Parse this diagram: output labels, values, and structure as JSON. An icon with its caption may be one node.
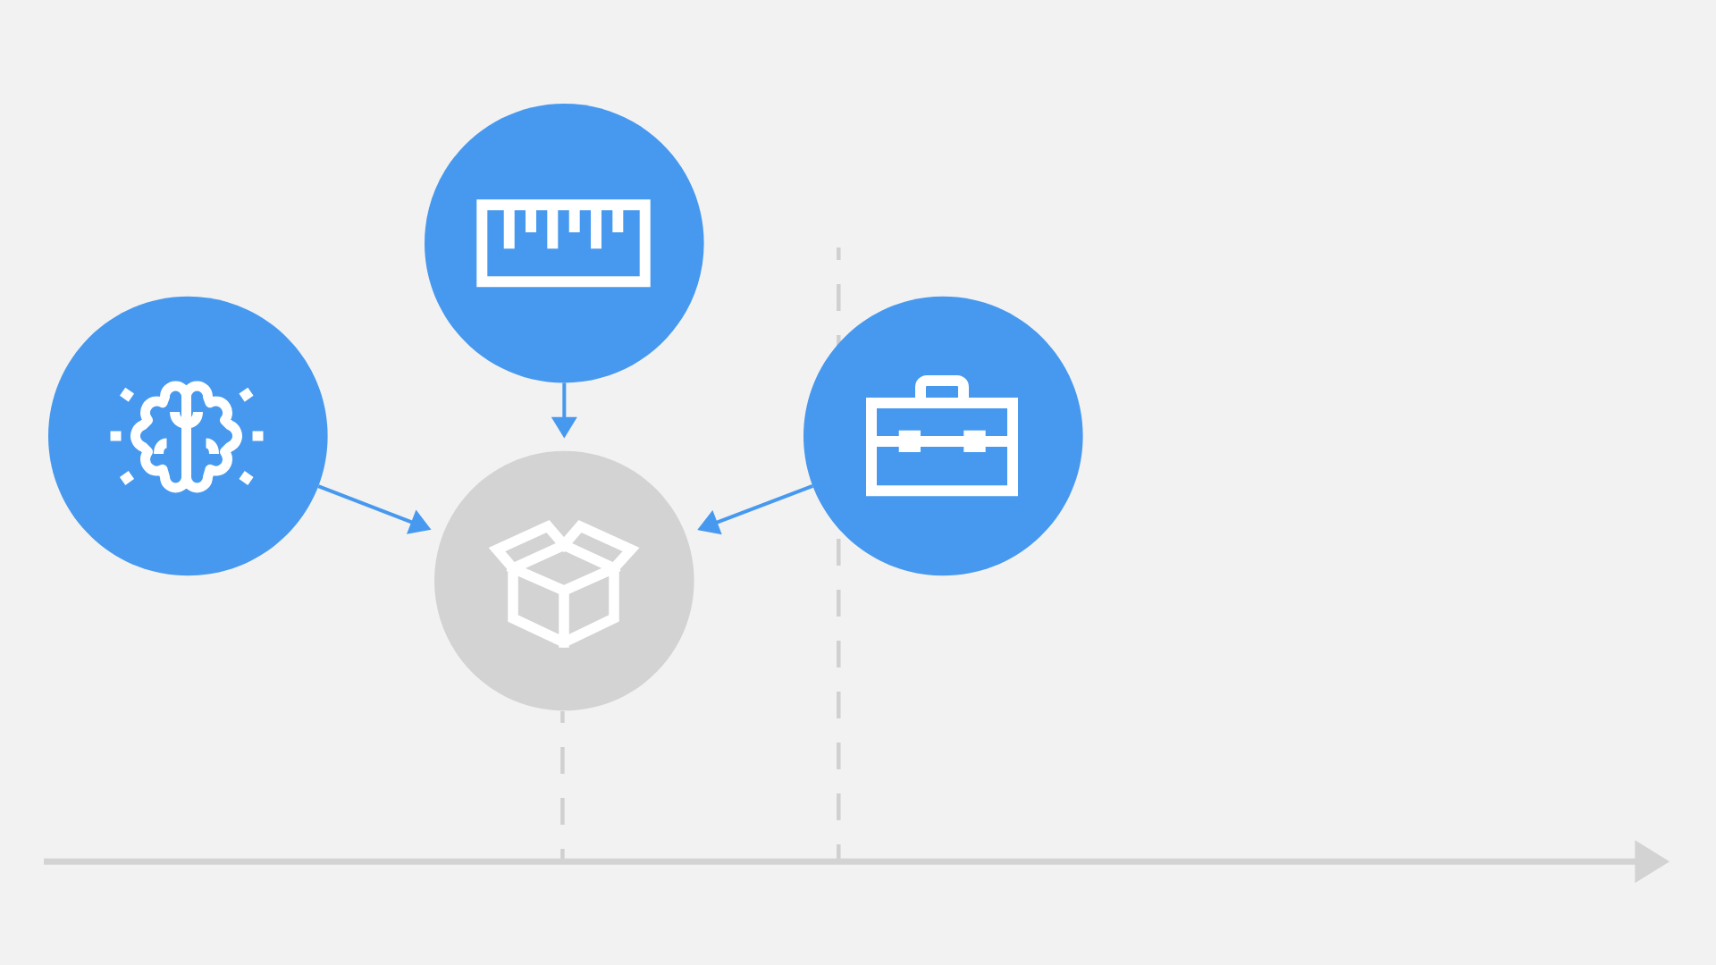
{
  "diagram": {
    "nodes": [
      {
        "text": [],
        "shape": "circle"
      },
      {
        "text": [],
        "shape": "circle"
      },
      {
        "text": [],
        "shape": "circle"
      },
      {
        "text": [],
        "shape": "circle"
      }
    ],
    "edges": [
      {
        "from": 0,
        "to": 3,
        "arrow": "to"
      },
      {
        "from": 1,
        "to": 3,
        "arrow": "to"
      },
      {
        "from": 2,
        "to": 3,
        "arrow": "to"
      }
    ]
  }
}
